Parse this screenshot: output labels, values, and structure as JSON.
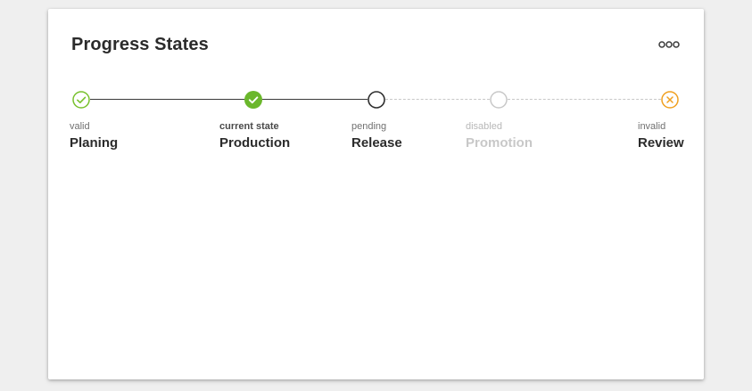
{
  "card": {
    "title": "Progress States",
    "more_icon": "more-horizontal-icon"
  },
  "steps": [
    {
      "status": "valid",
      "label": "Planing",
      "state": "valid",
      "icon": "check-circle-outline-icon",
      "color": "#78c12d"
    },
    {
      "status": "current state",
      "label": "Production",
      "state": "current",
      "icon": "check-circle-filled-icon",
      "color": "#6ab72b"
    },
    {
      "status": "pending",
      "label": "Release",
      "state": "pending",
      "icon": "circle-outline-icon",
      "color": "#2f2f2f"
    },
    {
      "status": "disabled",
      "label": "Promotion",
      "state": "disabled",
      "icon": "circle-outline-icon",
      "color": "#c8c8c8"
    },
    {
      "status": "invalid",
      "label": "Review",
      "state": "invalid",
      "icon": "close-circle-outline-icon",
      "color": "#f0a020"
    }
  ]
}
